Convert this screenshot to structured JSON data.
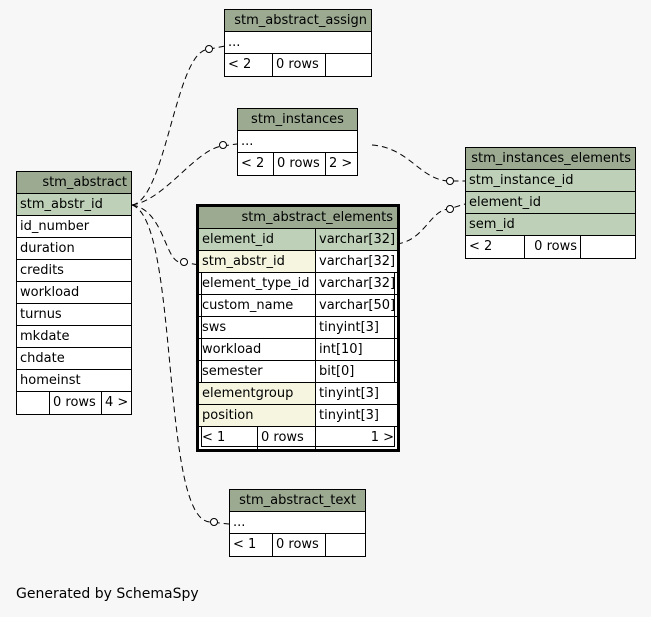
{
  "tables": {
    "stm_abstract_assign": {
      "name": "stm_abstract_assign",
      "ellipsis": "...",
      "parents": "< 2",
      "rows": "0 rows"
    },
    "stm_instances": {
      "name": "stm_instances",
      "ellipsis": "...",
      "parents": "< 2",
      "rows": "0 rows",
      "children": "2 >"
    },
    "stm_instances_elements": {
      "name": "stm_instances_elements",
      "columns": [
        "stm_instance_id",
        "element_id",
        "sem_id"
      ],
      "parents": "< 2",
      "rows": "0 rows"
    },
    "stm_abstract": {
      "name": "stm_abstract",
      "columns": [
        "stm_abstr_id",
        "id_number",
        "duration",
        "credits",
        "workload",
        "turnus",
        "mkdate",
        "chdate",
        "homeinst"
      ],
      "rows": "0 rows",
      "children": "4 >"
    },
    "stm_abstract_elements": {
      "name": "stm_abstract_elements",
      "columns": [
        {
          "name": "element_id",
          "type": "varchar[32]"
        },
        {
          "name": "stm_abstr_id",
          "type": "varchar[32]"
        },
        {
          "name": "element_type_id",
          "type": "varchar[32]"
        },
        {
          "name": "custom_name",
          "type": "varchar[50]"
        },
        {
          "name": "sws",
          "type": "tinyint[3]"
        },
        {
          "name": "workload",
          "type": "int[10]"
        },
        {
          "name": "semester",
          "type": "bit[0]"
        },
        {
          "name": "elementgroup",
          "type": "tinyint[3]"
        },
        {
          "name": "position",
          "type": "tinyint[3]"
        }
      ],
      "parents": "< 1",
      "rows": "0 rows",
      "children": "1 >"
    },
    "stm_abstract_text": {
      "name": "stm_abstract_text",
      "ellipsis": "...",
      "parents": "< 1",
      "rows": "0 rows"
    }
  },
  "footer": "Generated by SchemaSpy",
  "colors": {
    "header": "#9caa92",
    "key": "#bed1b8",
    "index": "#f5f5e0",
    "background": "#f7f7f7"
  }
}
